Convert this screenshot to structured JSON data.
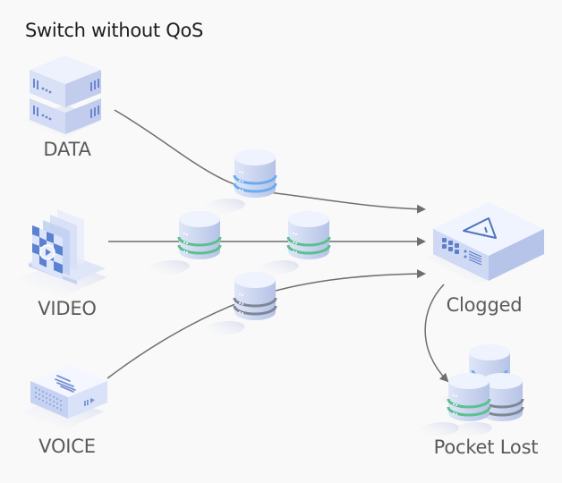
{
  "title": "Switch without QoS",
  "sources": [
    {
      "id": "data",
      "label": "DATA",
      "icon": "server-stack-icon",
      "packet_color": "#6aacf2"
    },
    {
      "id": "video",
      "label": "VIDEO",
      "icon": "video-frames-icon",
      "packet_color": "#5cc08e"
    },
    {
      "id": "voice",
      "label": "VOICE",
      "icon": "voice-device-icon",
      "packet_color": "#7f8796"
    }
  ],
  "switch": {
    "label": "Clogged",
    "icon": "switch-warning-icon"
  },
  "result": {
    "label": "Pocket Lost",
    "icon": "packet-stack-icon"
  },
  "colors": {
    "background": "#f9f9f9",
    "line": "#6e6e6e",
    "device_light": "#eef2fc",
    "device_mid": "#c9d4f0",
    "device_dark": "#a3b2e0",
    "accent_blue": "#4f74c4",
    "text": "#5a5a5a",
    "title": "#1e1e1e"
  }
}
